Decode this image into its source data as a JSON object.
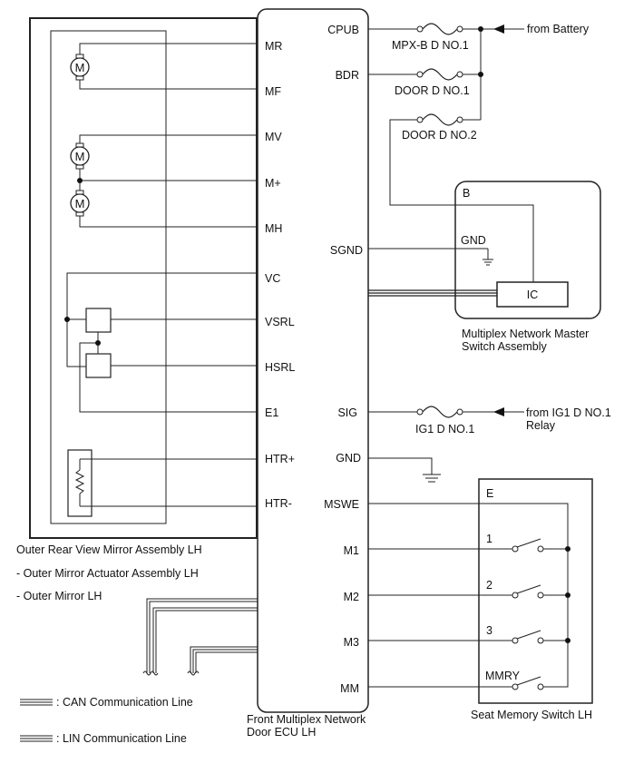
{
  "ecu": {
    "name_line1": "Front Multiplex Network",
    "name_line2": "Door ECU LH",
    "left_pins": [
      "MR",
      "MF",
      "MV",
      "M+",
      "MH",
      "VC",
      "VSRL",
      "HSRL",
      "E1",
      "HTR+",
      "HTR-"
    ],
    "right_pins": [
      "CPUB",
      "BDR",
      "SGND",
      "SIG",
      "GND",
      "MSWE",
      "M1",
      "M2",
      "M3",
      "MM"
    ]
  },
  "mirror": {
    "label": "Outer Rear View Mirror Assembly LH",
    "sub1": "- Outer Mirror Actuator Assembly LH",
    "sub2": "- Outer Mirror LH",
    "motor_symbol": "M"
  },
  "fuses": {
    "mpx": "MPX-B D NO.1",
    "door1": "DOOR D NO.1",
    "door2": "DOOR D NO.2",
    "ig1": "IG1 D NO.1"
  },
  "sources": {
    "battery": "from Battery",
    "ig1_line1": "from IG1 D NO.1",
    "ig1_line2": "Relay"
  },
  "master_switch": {
    "connector": "B",
    "gnd": "GND",
    "ic": "IC",
    "name_line1": "Multiplex Network Master",
    "name_line2": "Switch Assembly"
  },
  "seat_switch": {
    "connector": "E",
    "switches": [
      "1",
      "2",
      "3",
      "MMRY"
    ],
    "name": "Seat Memory Switch LH"
  },
  "legend": {
    "can": ": CAN Communication Line",
    "lin": ": LIN Communication Line"
  }
}
